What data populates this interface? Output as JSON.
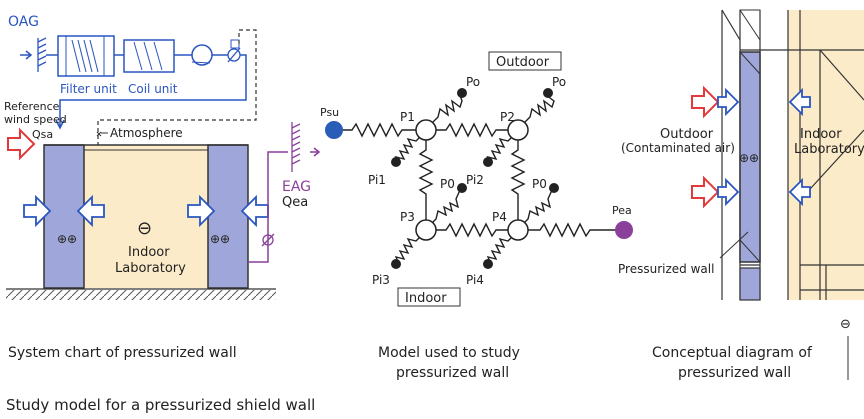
{
  "system": {
    "oag": "OAG",
    "filter_unit": "Filter unit",
    "coil_unit": "Coil unit",
    "reference_line1": "Reference",
    "reference_line2": "wind speed",
    "qsa": "Qsa",
    "atmosphere": "Atmosphere",
    "eag": "EAG",
    "qea": "Qea",
    "minus": "⊖",
    "plus_plus": "⊕⊕",
    "indoor_line1": "Indoor",
    "indoor_line2": "Laboratory",
    "caption": "System chart of pressurized wall"
  },
  "model": {
    "outdoor": "Outdoor",
    "indoor": "Indoor",
    "psu": "Psu",
    "pea": "Pea",
    "p1": "P1",
    "p2": "P2",
    "p3": "P3",
    "p4": "P4",
    "po1": "Po",
    "po2": "Po",
    "p0a": "P0",
    "p0b": "P0",
    "pi1": "Pi1",
    "pi2": "Pi2",
    "pi3": "Pi3",
    "pi4": "Pi4",
    "caption_line1": "Model used to study",
    "caption_line2": "pressurized wall"
  },
  "concept": {
    "outdoor_line1": "Outdoor",
    "outdoor_line2": "(Contaminated air)",
    "plus_plus": "⊕⊕",
    "indoor_line1": "Indoor",
    "indoor_line2": "Laboratory",
    "pressurized_wall": "Pressurized wall",
    "minus": "⊖",
    "caption_line1": "Conceptual diagram of",
    "caption_line2": "pressurized wall"
  },
  "footer": {
    "title": "Study model for a pressurized shield wall"
  },
  "colors": {
    "blue": "#2a55c0",
    "wall_fill": "#9fa6d9",
    "indoor_fill": "#fcebc9",
    "red": "#e23a3a",
    "purple": "#8a3f9a",
    "psu_node": "#2a5db8",
    "pea_node": "#8a3f9a"
  }
}
